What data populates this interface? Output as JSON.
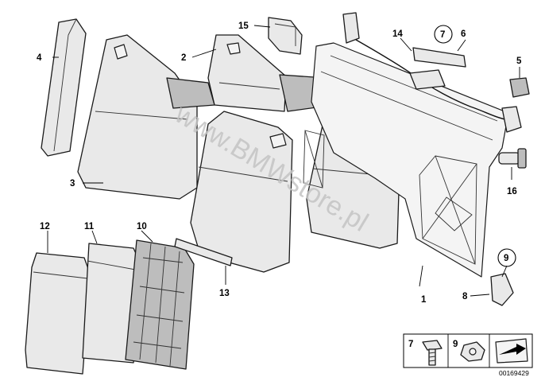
{
  "callouts": [
    {
      "id": "c1",
      "label": "1"
    },
    {
      "id": "c2",
      "label": "2"
    },
    {
      "id": "c3",
      "label": "3"
    },
    {
      "id": "c4",
      "label": "4"
    },
    {
      "id": "c5",
      "label": "5"
    },
    {
      "id": "c6",
      "label": "6"
    },
    {
      "id": "c7",
      "label": "7"
    },
    {
      "id": "c8",
      "label": "8"
    },
    {
      "id": "c9",
      "label": "9"
    },
    {
      "id": "c10",
      "label": "10"
    },
    {
      "id": "c11",
      "label": "11"
    },
    {
      "id": "c12",
      "label": "12"
    },
    {
      "id": "c13",
      "label": "13"
    },
    {
      "id": "c14",
      "label": "14"
    },
    {
      "id": "c15",
      "label": "15"
    },
    {
      "id": "c16",
      "label": "16"
    }
  ],
  "legend": {
    "bolt_label": "7",
    "nut_label": "9"
  },
  "watermark": "www.BMWstore.pl",
  "document_id": "00169429"
}
